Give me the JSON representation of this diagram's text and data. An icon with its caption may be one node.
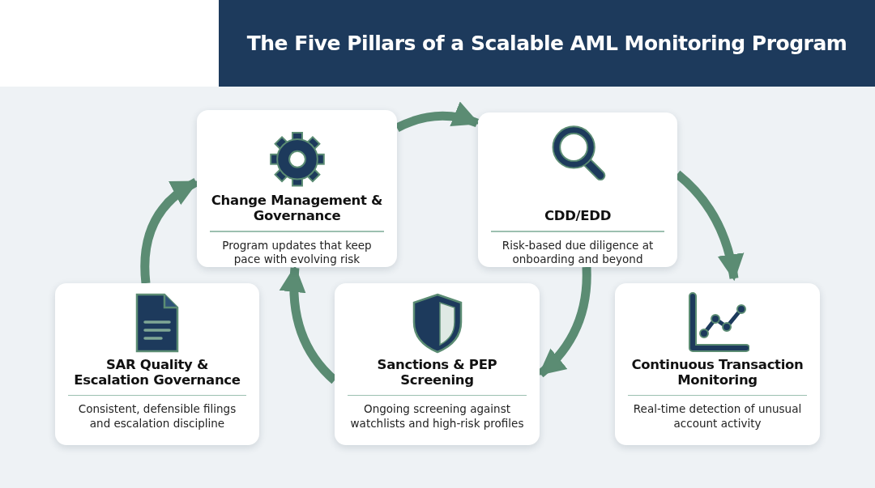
{
  "diagram": {
    "title": "The Five Pillars of a Scalable AML Monitoring Program",
    "nodes": [
      {
        "text": [
          "Change Management & Governance",
          "Program updates that keep pace with evolving risk"
        ]
      },
      {
        "text": [
          "CDD/EDD",
          "Risk-based due diligence at onboarding and beyond"
        ]
      },
      {
        "text": [
          "SAR Quality & Escalation Governance",
          "Consistent, defensible filings and escalation discipline"
        ]
      },
      {
        "text": [
          "Sanctions & PEP Screening",
          "Ongoing screening against watchlists and high-risk profiles"
        ]
      },
      {
        "text": [
          "Continuous Transaction Monitoring",
          "Real-time detection of unusual account activity"
        ]
      }
    ],
    "edges": [
      {
        "from": 0,
        "to": 1,
        "arrow": "to"
      },
      {
        "from": 1,
        "to": 4,
        "arrow": "to"
      },
      {
        "from": 1,
        "to": 3,
        "arrow": "to"
      },
      {
        "from": 3,
        "to": 0,
        "arrow": "to"
      },
      {
        "from": 2,
        "to": 0,
        "arrow": "to"
      }
    ]
  }
}
